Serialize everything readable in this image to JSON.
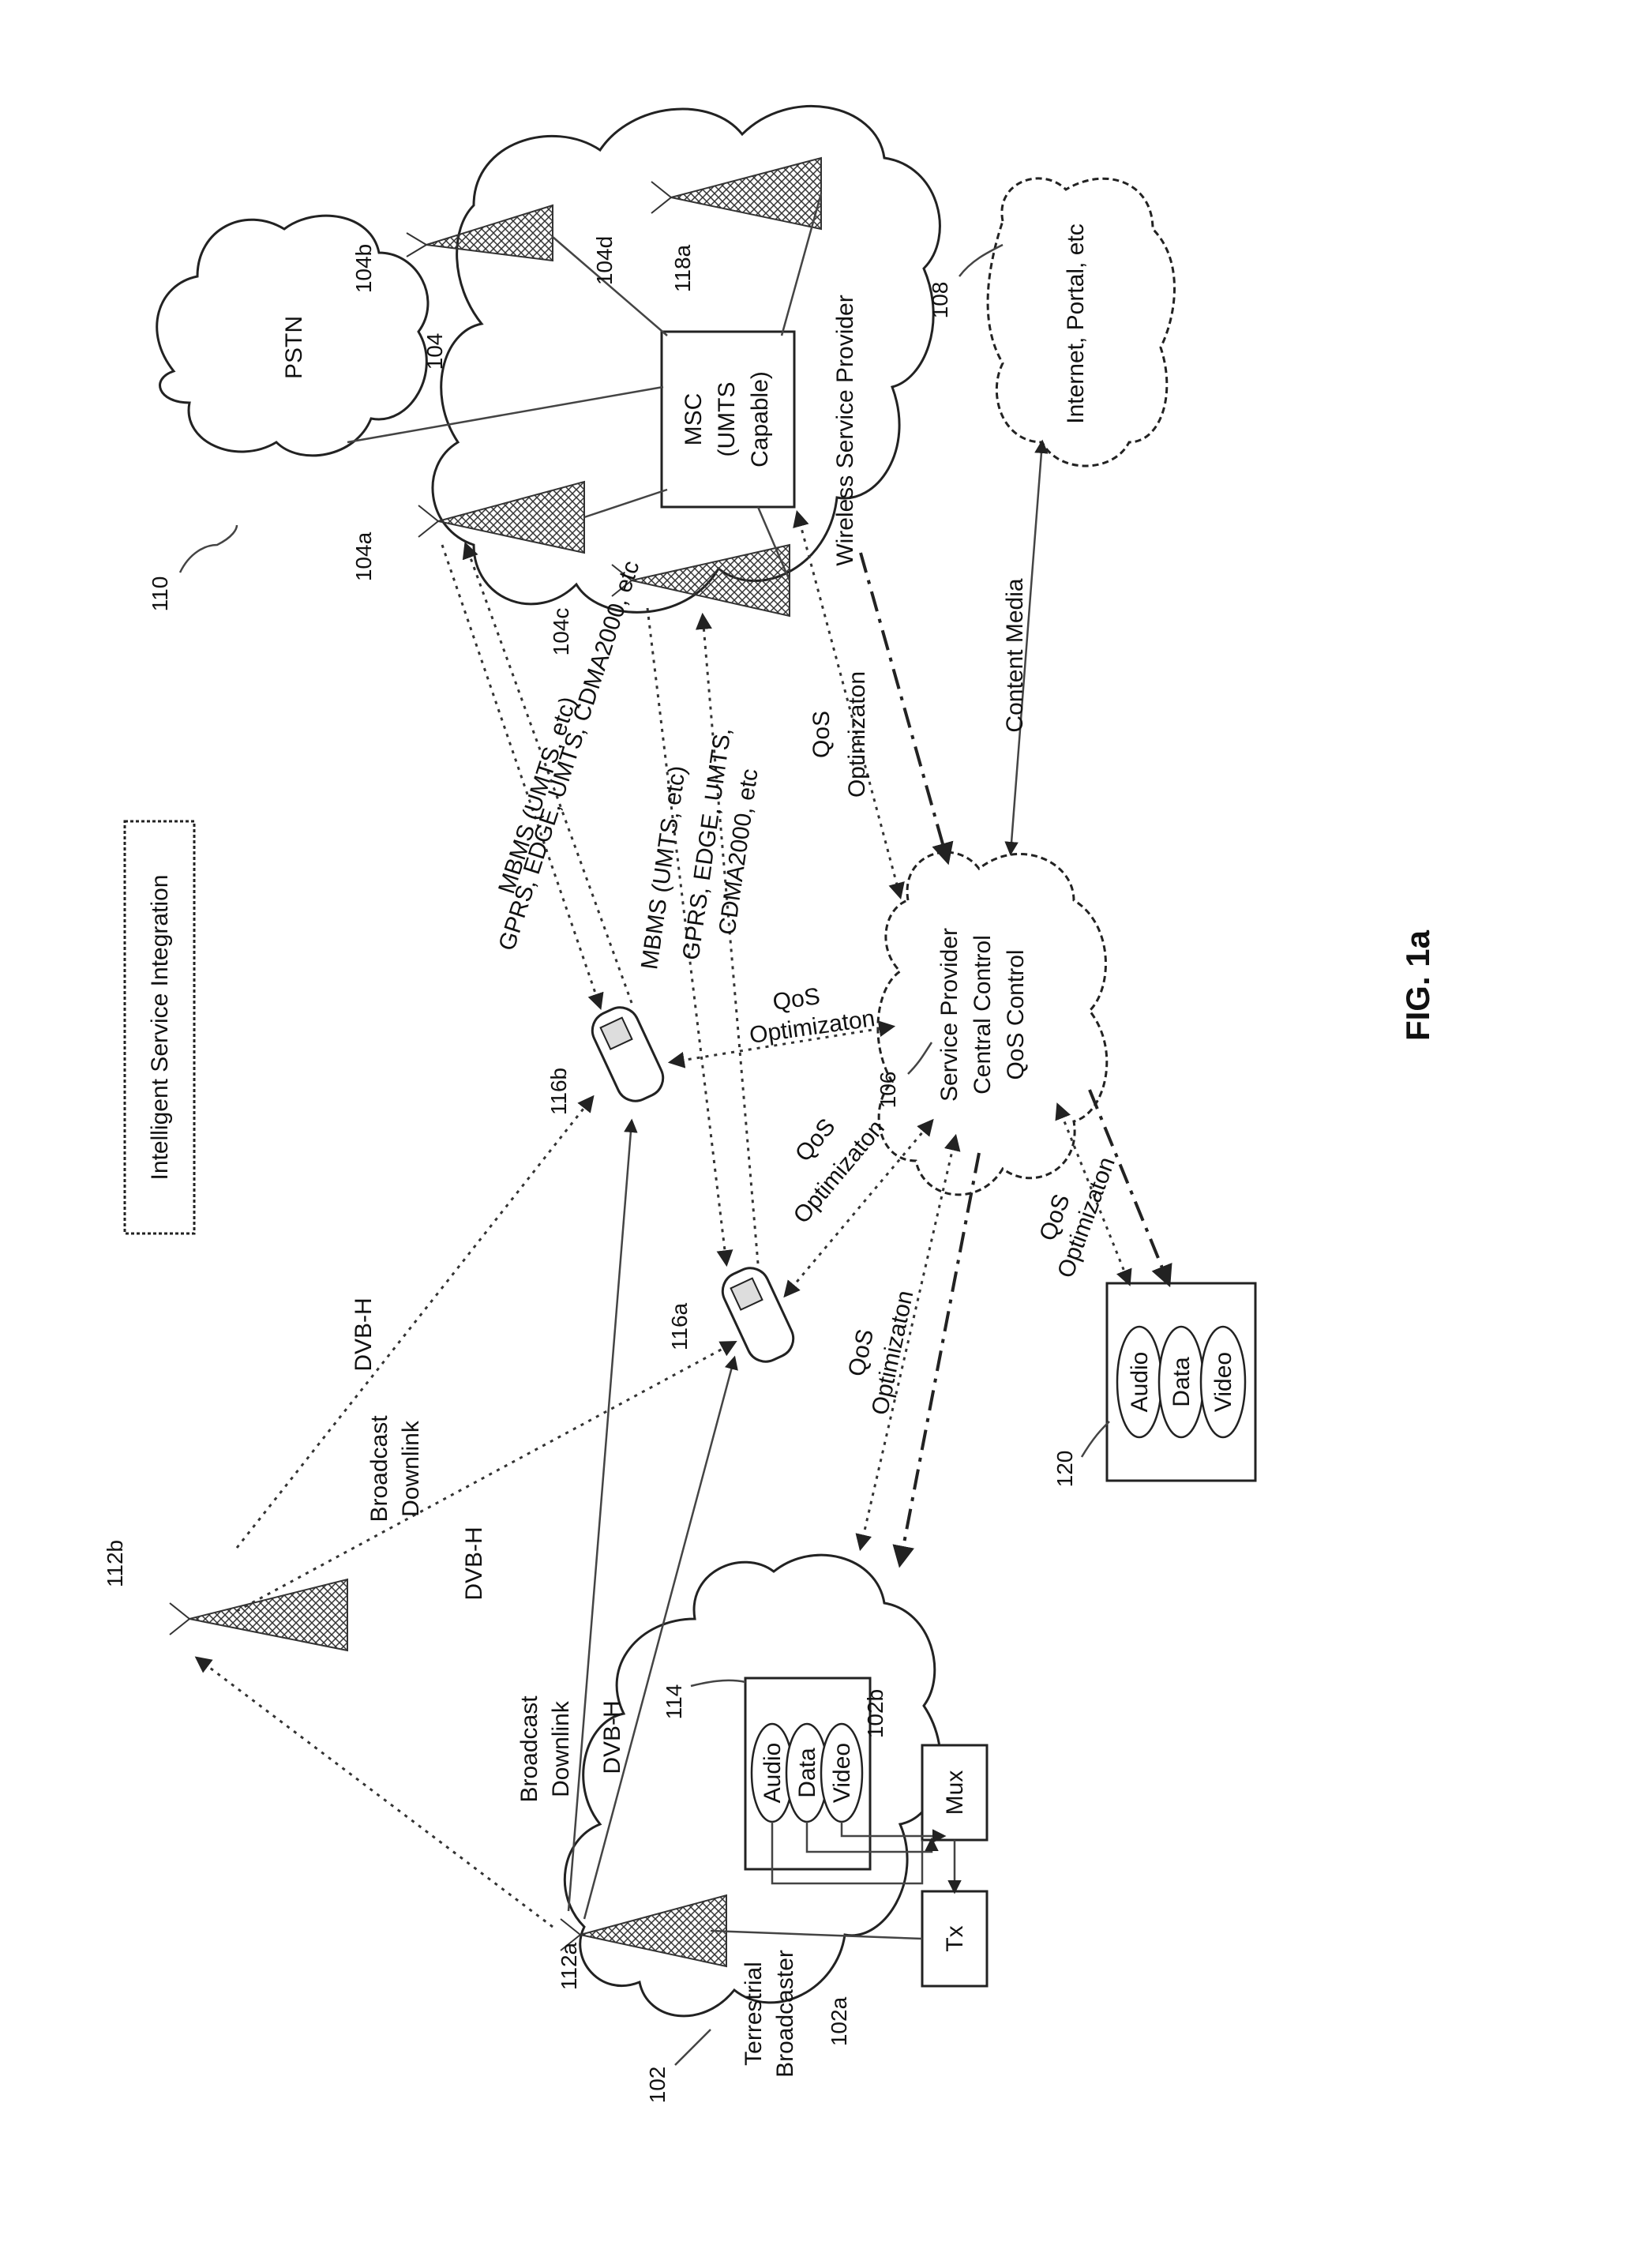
{
  "title": "Intelligent Service Integration",
  "figure_label": "FIG. 1a",
  "clouds": {
    "pstn": "PSTN",
    "internet": "Internet, Portal, etc",
    "wireless": "Wireless Service Provider",
    "terrestrial_line1": "Terrestrial",
    "terrestrial_line2": "Broadcaster",
    "control_line1": "Service Provider",
    "control_line2": "Central Control",
    "control_line3": "QoS Control"
  },
  "boxes": {
    "msc_line1": "MSC",
    "msc_line2": "(UMTS",
    "msc_line3": "Capable)",
    "tx": "Tx",
    "mux": "Mux",
    "media_audio": "Audio",
    "media_data": "Data",
    "media_video": "Video"
  },
  "link_labels": {
    "dvbh_a": "DVB-H",
    "dvbh_b": "DVB-H",
    "dvbh_c": "DVB-H",
    "broadcast_a1": "Broadcast",
    "broadcast_a2": "Downlink",
    "broadcast_b1": "Broadcast",
    "broadcast_b2": "Downlink",
    "mbms_a": "MBMS (UMTS, etc)",
    "gprs_a": "GPRS, EDGE, UMTS, CDMA2000, etc",
    "mbms_b": "MBMS (UMTS, etc)",
    "gprs_b1": "GPRS, EDGE, UMTS,",
    "gprs_b2": "CDMA2000, etc",
    "content_media": "Content Media",
    "qos": "QoS",
    "qos_opt": "Optimizaton"
  },
  "refs": {
    "r102": "102",
    "r102a": "102a",
    "r102b": "102b",
    "r104": "104",
    "r104a": "104a",
    "r104b": "104b",
    "r104c": "104c",
    "r104d": "104d",
    "r106": "106",
    "r108": "108",
    "r110": "110",
    "r112a": "112a",
    "r112b": "112b",
    "r114": "114",
    "r116a": "116a",
    "r116b": "116b",
    "r118a": "118a",
    "r120": "120"
  }
}
